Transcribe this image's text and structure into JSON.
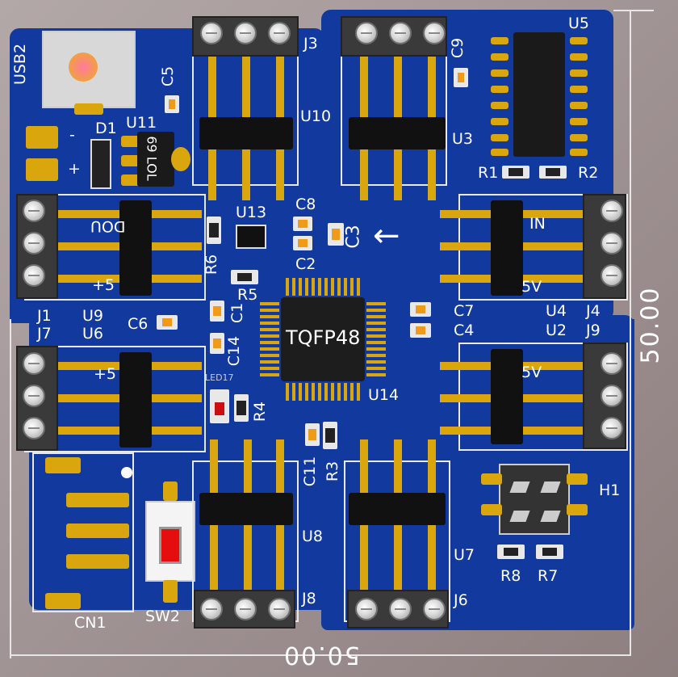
{
  "board": {
    "title_chip": "TQFP48",
    "dimension_width": "50.00",
    "dimension_height": "50.00",
    "arrow_label": "←"
  },
  "colors": {
    "board": "#12399e",
    "silkscreen": "#ffffff",
    "pad_gold": "#d9a60e",
    "background": "#9c8e8e"
  },
  "labels": {
    "usb2": "USB2",
    "c5": "C5",
    "d1": "D1",
    "u11": "U11",
    "minus": "-",
    "plus": "+",
    "chip_u11": "69 LOL",
    "j3": "J3",
    "u10": "U10",
    "c9": "C9",
    "u3": "U3",
    "u5": "U5",
    "r1": "R1",
    "r2": "R2",
    "j1": "J1",
    "u9": "U9",
    "dout": "DOU",
    "plus5_top": "+5",
    "r6": "R6",
    "u13": "U13",
    "c8": "C8",
    "c3": "C3",
    "c2": "C2",
    "in_label": "IN",
    "sv_top": "5V",
    "r5": "R5",
    "c1": "C1",
    "c6": "C6",
    "c7": "C7",
    "c4": "C4",
    "u4": "U4",
    "j4": "J4",
    "u2": "U2",
    "j9": "J9",
    "j7": "J7",
    "u6": "U6",
    "plus5_bot": "+5",
    "c14": "C14",
    "led": "LED17",
    "r4": "R4",
    "u14": "U14",
    "sv_bot": "5V",
    "c11": "C11",
    "r3": "R3",
    "cn1": "CN1",
    "sw2": "SW2",
    "u8": "U8",
    "j8": "J8",
    "u7": "U7",
    "j6": "J6",
    "h1": "H1",
    "r8": "R8",
    "r7": "R7"
  }
}
